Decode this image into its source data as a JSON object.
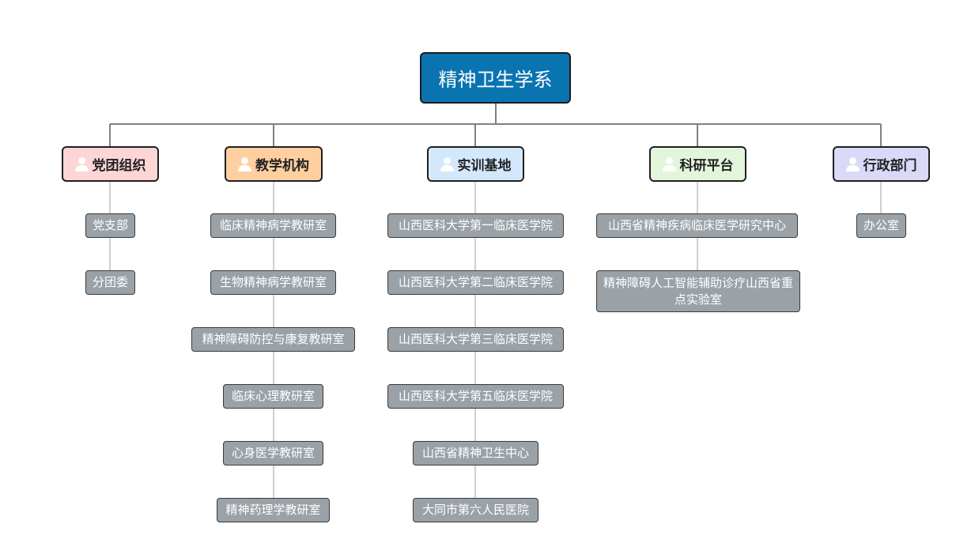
{
  "root": {
    "label": "精神卫生学系",
    "color": "#0a74b0"
  },
  "categories": [
    {
      "label": "党团组织",
      "icon": "person-icon",
      "color": "#fdd5d7",
      "children": [
        "党支部",
        "分团委"
      ]
    },
    {
      "label": "教学机构",
      "icon": "person-icon",
      "color": "#ffcf9f",
      "children": [
        "临床精神病学教研室",
        "生物精神病学教研室",
        "精神障碍防控与康复教研室",
        "临床心理教研室",
        "心身医学教研室",
        "精神药理学教研室"
      ]
    },
    {
      "label": "实训基地",
      "icon": "person-icon",
      "color": "#d4e8fc",
      "children": [
        "山西医科大学第一临床医学院",
        "山西医科大学第二临床医学院",
        "山西医科大学第三临床医学院",
        "山西医科大学第五临床医学院",
        "山西省精神卫生中心",
        "大同市第六人民医院"
      ]
    },
    {
      "label": "科研平台",
      "icon": "person-icon",
      "color": "#e3f6dc",
      "children": [
        "山西省精神疾病临床医学研究中心",
        "精神障碍人工智能辅助诊疗山西省重点实验室"
      ]
    },
    {
      "label": "行政部门",
      "icon": "person-icon",
      "color": "#d9daf8",
      "children": [
        "办公室"
      ]
    }
  ]
}
